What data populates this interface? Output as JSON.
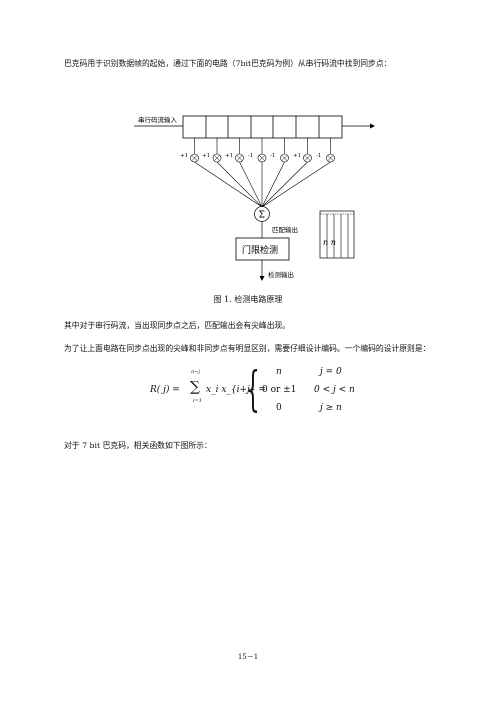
{
  "intro": "巴克码用于识别数据帧的起始，通过下面的电路（7bit巴克码为例）从串行码流中找到同步点：",
  "figure": {
    "input_label": "串行码流输入",
    "weights": [
      "+1",
      "+1",
      "+1",
      "-1",
      "-1",
      "+1",
      "-1"
    ],
    "sum_symbol": "Σ",
    "match_label": "匹配输出",
    "threshold_label": "门限检测",
    "detect_label": "检测输出",
    "pulse_label": "n  n",
    "caption": "图 1. 检测电路原理"
  },
  "para2": "其中对于串行码流，当出现同步点之后，匹配输出会有尖峰出现。",
  "para3": "为了让上面电路在同步点出现的尖峰和非同步点有明显区别，需要仔细设计编码。一个编码的设计原则是：",
  "formula": {
    "lhs": "R( j) =",
    "sum_upper": "n−j",
    "sum_lower": "i=1",
    "term": "x_i x_{i+j} =",
    "cases": [
      {
        "value": "n",
        "condition": "j = 0"
      },
      {
        "value": "0 or ±1",
        "condition": "0 < j < n"
      },
      {
        "value": "0",
        "condition": "j ≥ n"
      }
    ]
  },
  "para4": "对于 7 bit 巴克码，相关函数如下图所示：",
  "page_number": "15－1"
}
